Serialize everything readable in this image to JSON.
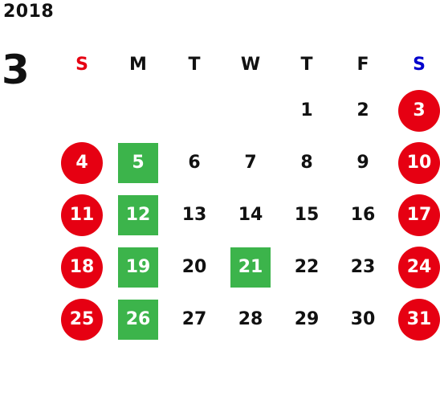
{
  "header": {
    "year": "2018",
    "month": "3"
  },
  "colors": {
    "holiday": "#e60012",
    "event": "#3cb44b",
    "sunday_header": "#e60012",
    "saturday_header": "#0000cc"
  },
  "weekdays": [
    "S",
    "M",
    "T",
    "W",
    "T",
    "F",
    "S"
  ],
  "weeks": [
    [
      {
        "day": "",
        "type": "empty"
      },
      {
        "day": "",
        "type": "empty"
      },
      {
        "day": "",
        "type": "empty"
      },
      {
        "day": "",
        "type": "empty"
      },
      {
        "day": "1",
        "type": "normal"
      },
      {
        "day": "2",
        "type": "normal"
      },
      {
        "day": "3",
        "type": "holiday"
      }
    ],
    [
      {
        "day": "4",
        "type": "holiday"
      },
      {
        "day": "5",
        "type": "event"
      },
      {
        "day": "6",
        "type": "normal"
      },
      {
        "day": "7",
        "type": "normal"
      },
      {
        "day": "8",
        "type": "normal"
      },
      {
        "day": "9",
        "type": "normal"
      },
      {
        "day": "10",
        "type": "holiday"
      }
    ],
    [
      {
        "day": "11",
        "type": "holiday"
      },
      {
        "day": "12",
        "type": "event"
      },
      {
        "day": "13",
        "type": "normal"
      },
      {
        "day": "14",
        "type": "normal"
      },
      {
        "day": "15",
        "type": "normal"
      },
      {
        "day": "16",
        "type": "normal"
      },
      {
        "day": "17",
        "type": "holiday"
      }
    ],
    [
      {
        "day": "18",
        "type": "holiday"
      },
      {
        "day": "19",
        "type": "event"
      },
      {
        "day": "20",
        "type": "normal"
      },
      {
        "day": "21",
        "type": "event"
      },
      {
        "day": "22",
        "type": "normal"
      },
      {
        "day": "23",
        "type": "normal"
      },
      {
        "day": "24",
        "type": "holiday"
      }
    ],
    [
      {
        "day": "25",
        "type": "holiday"
      },
      {
        "day": "26",
        "type": "event"
      },
      {
        "day": "27",
        "type": "normal"
      },
      {
        "day": "28",
        "type": "normal"
      },
      {
        "day": "29",
        "type": "normal"
      },
      {
        "day": "30",
        "type": "normal"
      },
      {
        "day": "31",
        "type": "holiday"
      }
    ]
  ]
}
